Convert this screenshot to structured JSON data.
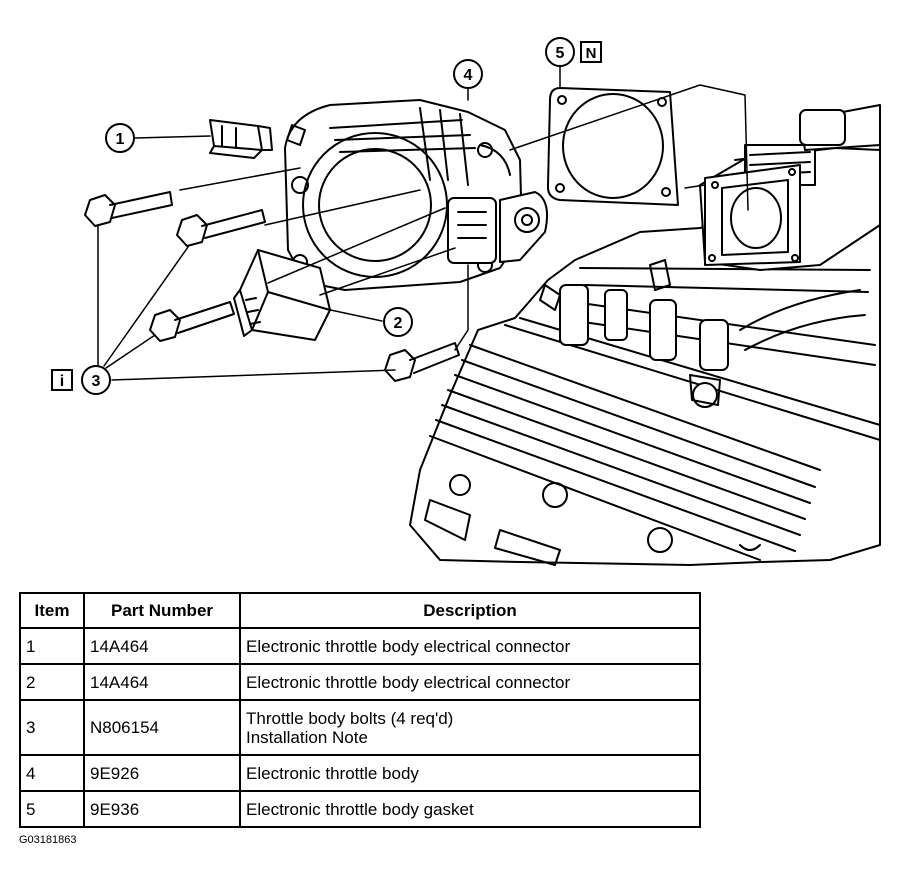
{
  "callouts": {
    "item1": "1",
    "item2": "2",
    "item3": "3",
    "item4": "4",
    "item5": "5",
    "note_n": "N",
    "note_i": "i"
  },
  "table": {
    "headers": [
      "Item",
      "Part Number",
      "Description"
    ],
    "rows": [
      {
        "item": "1",
        "part_number": "14A464",
        "description": [
          "Electronic throttle body electrical connector"
        ]
      },
      {
        "item": "2",
        "part_number": "14A464",
        "description": [
          "Electronic throttle body electrical connector"
        ]
      },
      {
        "item": "3",
        "part_number": "N806154",
        "description": [
          "Throttle body bolts (4 req'd)",
          "Installation Note"
        ]
      },
      {
        "item": "4",
        "part_number": "9E926",
        "description": [
          "Electronic throttle body"
        ]
      },
      {
        "item": "5",
        "part_number": "9E936",
        "description": [
          "Electronic throttle body gasket"
        ]
      }
    ]
  },
  "figure_id": "G03181863"
}
